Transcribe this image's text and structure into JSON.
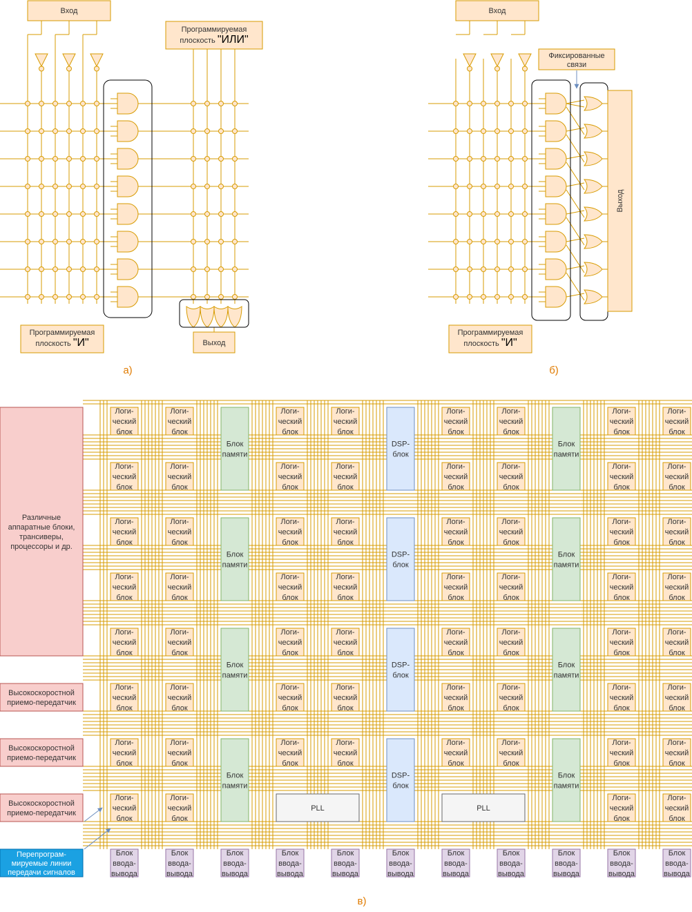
{
  "colors": {
    "wire": "#d79b00",
    "block_fill": "#ffe6cc",
    "memory_fill": "#d5e8d4",
    "memory_stroke": "#82b366",
    "dsp_fill": "#dae8fc",
    "dsp_stroke": "#6c8ebf",
    "io_fill": "#e1d5e7",
    "io_stroke": "#9673a6",
    "hw_fill": "#f8cecc",
    "hw_stroke": "#b85450",
    "pll_fill": "#f5f5f5",
    "pll_stroke": "#666666",
    "lines_label_fill": "#1ba1e2",
    "caption": "#e07b00"
  },
  "diagram_a": {
    "input_label": "Вход",
    "and_plane_label": "Программируемая плоскость \"И\"",
    "or_plane_label": "Программируемая плоскость \"ИЛИ\"",
    "output_label": "Выход",
    "caption": "а)"
  },
  "diagram_b": {
    "input_label": "Вход",
    "fixed_links_label": "Фиксированные связи",
    "and_plane_label": "Программируемая плоскость \"И\"",
    "output_label": "Выход",
    "caption": "б)"
  },
  "diagram_c": {
    "logic_block": "Логи-ческий блок",
    "memory_block": "Блок памяти",
    "dsp_block": "DSP-блок",
    "pll": "PLL",
    "io_block": "Блок ввода-вывода",
    "hw_blocks": "Различные аппаратные блоки, трансиверы, процессоры и др.",
    "transceiver": "Высокоскоростной приемо-передатчик",
    "routing_lines": "Перепрограм-мируемые линии передачи сигналов",
    "caption": "в)"
  }
}
